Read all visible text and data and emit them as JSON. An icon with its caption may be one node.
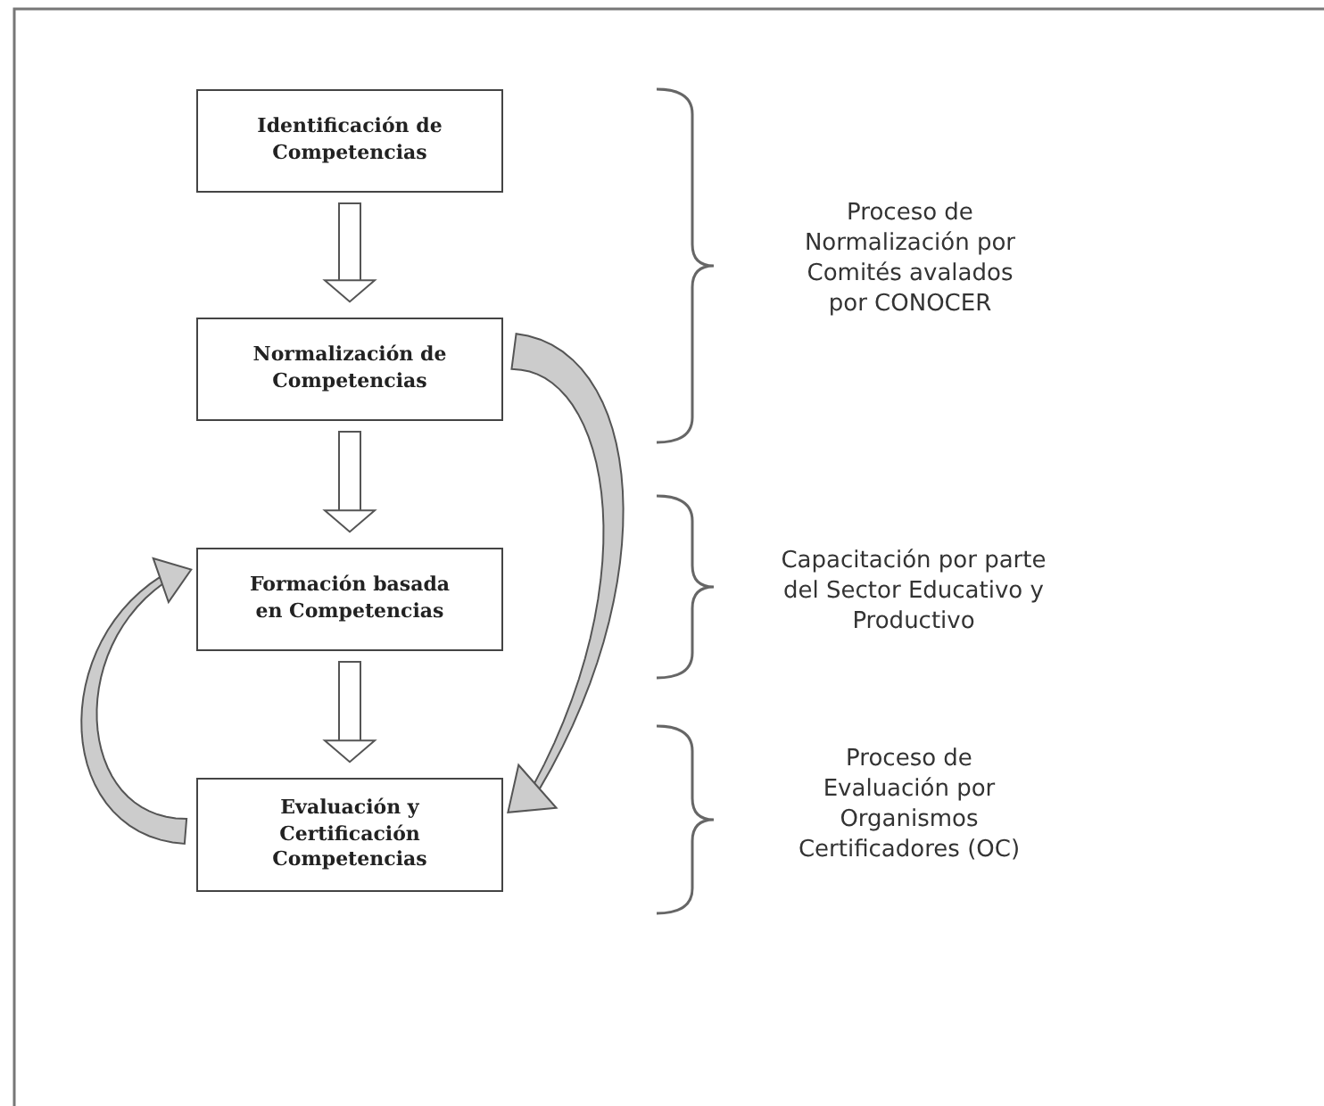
{
  "diagram": {
    "nodes": [
      {
        "text": [
          "Identificación de Competencias"
        ]
      },
      {
        "text": [
          "Normalización de Competencias"
        ]
      },
      {
        "text": [
          "Formación basada en Competencias"
        ]
      },
      {
        "text": [
          "Evaluación y Certificación Competencias"
        ]
      }
    ],
    "edges": [
      {
        "from": 0,
        "to": 1,
        "arrow": "to"
      },
      {
        "from": 1,
        "to": 2,
        "arrow": "to"
      },
      {
        "from": 2,
        "to": 3,
        "arrow": "to"
      },
      {
        "from": 1,
        "to": 3,
        "arrow": "to"
      },
      {
        "from": 3,
        "to": 2,
        "arrow": "to"
      }
    ],
    "labels": [
      "Proceso de Normalización por Comités avalados por CONOCER",
      "Capacitación  por parte del Sector Educativo y Productivo",
      "Proceso de Evaluación por Organismos Certificadores (OC)"
    ]
  }
}
